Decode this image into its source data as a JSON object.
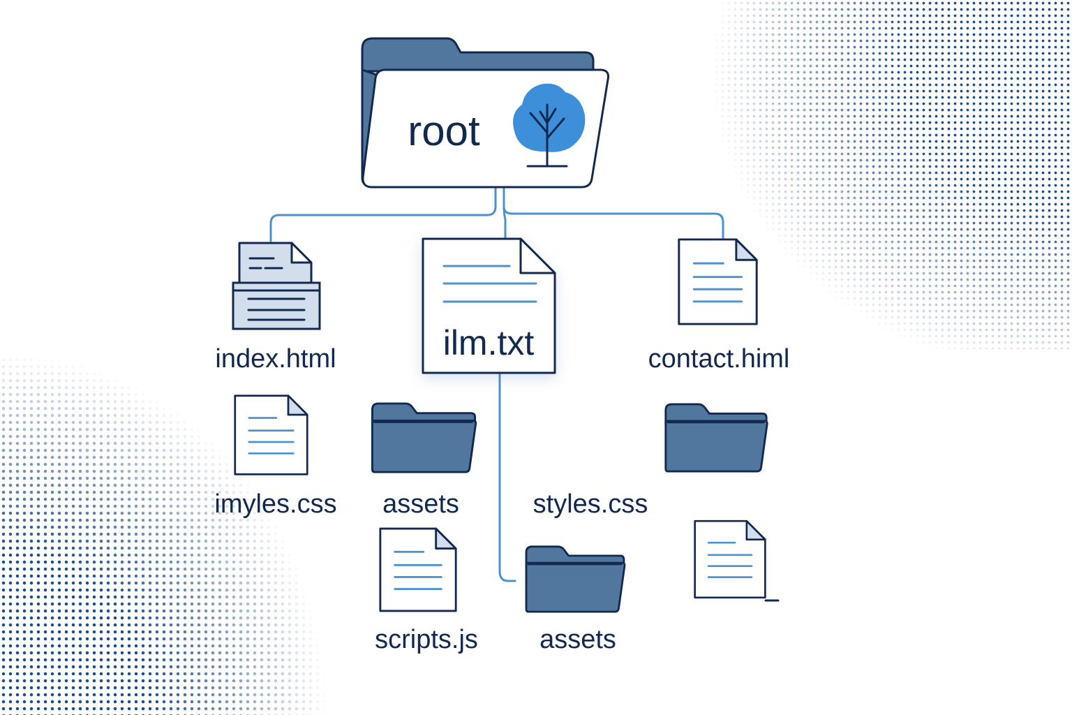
{
  "root": {
    "label": "root",
    "icon": "tree-icon"
  },
  "focus_file": {
    "label": "ilm.txt",
    "icon": "text-file-icon"
  },
  "nodes": [
    {
      "label": "index.html",
      "icon": "archive-file-icon"
    },
    {
      "label": "contact.himl",
      "icon": "document-icon"
    },
    {
      "label": "imyles.css",
      "icon": "document-icon"
    },
    {
      "label": "assets",
      "icon": "folder-icon"
    },
    {
      "label": "styles.css",
      "icon": "folder-icon"
    },
    {
      "label": "scripts.js",
      "icon": "document-icon"
    },
    {
      "label": "assets",
      "icon": "folder-icon"
    }
  ],
  "colors": {
    "outline": "#12294f",
    "folder_fill": "#52779f",
    "accent_blue": "#3d8fd9",
    "line_blue": "#4d92cf",
    "paper": "#ffffff",
    "archive_fill": "#d3deec",
    "halftone": "#1c4e8e"
  }
}
